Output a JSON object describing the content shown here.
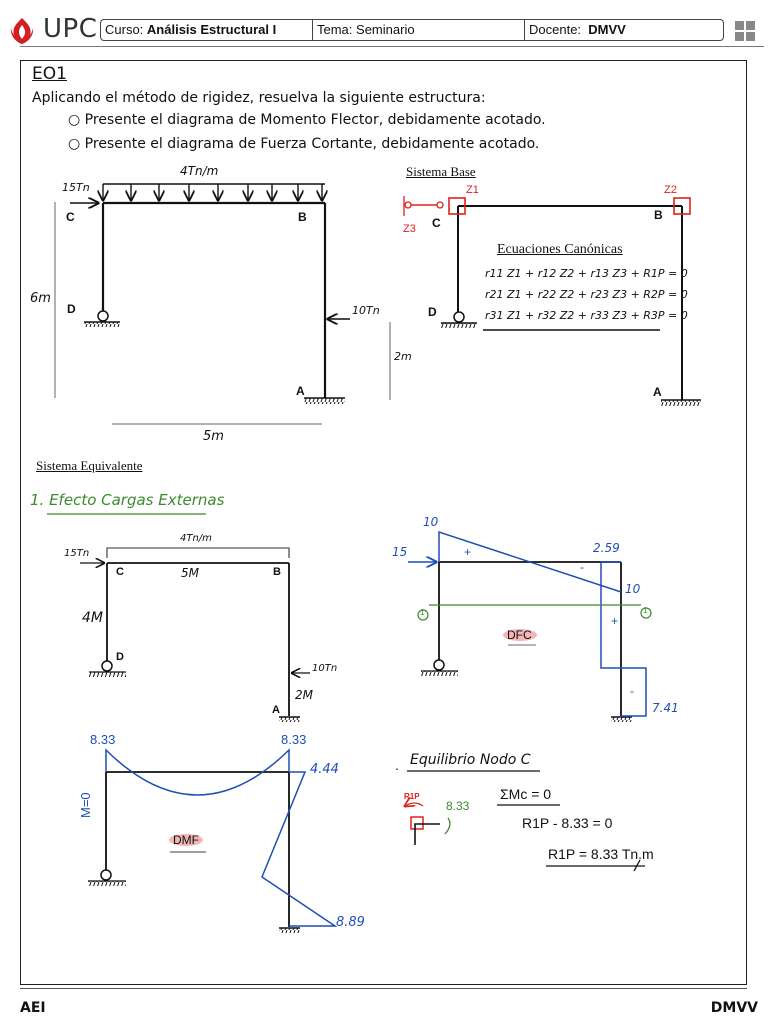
{
  "header": {
    "brand": "UPC",
    "course_label": "Curso:",
    "course_value": "Análisis Estructural I",
    "topic_label": "Tema:",
    "topic_value": "Seminario",
    "teacher_label": "Docente:",
    "teacher_value": "DMVV"
  },
  "problem": {
    "id": "EO1",
    "statement": "Aplicando el método de rigidez, resuelva la siguiente estructura:",
    "bullets": [
      "Presente el diagrama de Momento Flector, debidamente acotado.",
      "Presente el diagrama de Fuerza Cortante, debidamente acotado."
    ]
  },
  "structure": {
    "distributed_load": "4Tn/m",
    "point_load_c": "15Tn",
    "point_load_ab": "10Tn",
    "height_dim": "6m",
    "sub_height_dim": "2m",
    "width_dim": "5m",
    "nodes": {
      "a": "A",
      "b": "B",
      "c": "C",
      "d": "D"
    }
  },
  "base_system": {
    "title": "Sistema Base",
    "dofs": [
      "Z1",
      "Z2",
      "Z3"
    ],
    "equations_title": "Ecuaciones Canónicas",
    "equations": [
      "r11 Z1 + r12 Z2 + r13 Z3 + R1P = 0",
      "r21 Z1 + r22 Z2 + r23 Z3 + R2P = 0",
      "r31 Z1 + r32 Z2 + r33 Z3 + R3P = 0"
    ],
    "nodes": {
      "a": "A",
      "b": "B",
      "c": "C",
      "d": "D"
    }
  },
  "equivalent_system": {
    "title": "Sistema Equivalente",
    "step1": "1. Efecto Cargas Externas",
    "load_dist": "4Tn/m",
    "load_c": "15Tn",
    "load_ab": "10Tn",
    "span": "5M",
    "col_height": "4M",
    "sub_height": "2M",
    "nodes": {
      "a": "A",
      "b": "B",
      "c": "C",
      "d": "D"
    }
  },
  "dfc": {
    "label": "DFC",
    "values": {
      "left_top": "10",
      "load": "15",
      "right_top": "2.59",
      "right_beam": "10",
      "bottom": "7.41"
    },
    "signs": [
      "+",
      "-",
      "+",
      "-"
    ],
    "cut_marks": [
      "1",
      "1"
    ]
  },
  "dmf": {
    "label": "DMF",
    "values": {
      "left": "8.33",
      "right": "8.33",
      "mid_col": "4.44",
      "base": "8.89",
      "hinge": "M=0"
    }
  },
  "equilibrium": {
    "title": "Equilibrio Nodo C",
    "reaction": "R1P",
    "moment": "8.33",
    "eq1": "ΣMc = 0",
    "eq2": "R1P - 8.33 = 0",
    "result": "R1P = 8.33 Tn.m"
  },
  "footer": {
    "left": "AEI",
    "right": "DMVV"
  },
  "colors": {
    "brand_red": "#d11f26",
    "diagram_blue": "#1f4fb5",
    "note_green": "#3b8a2e",
    "dof_red": "#e0201c"
  }
}
